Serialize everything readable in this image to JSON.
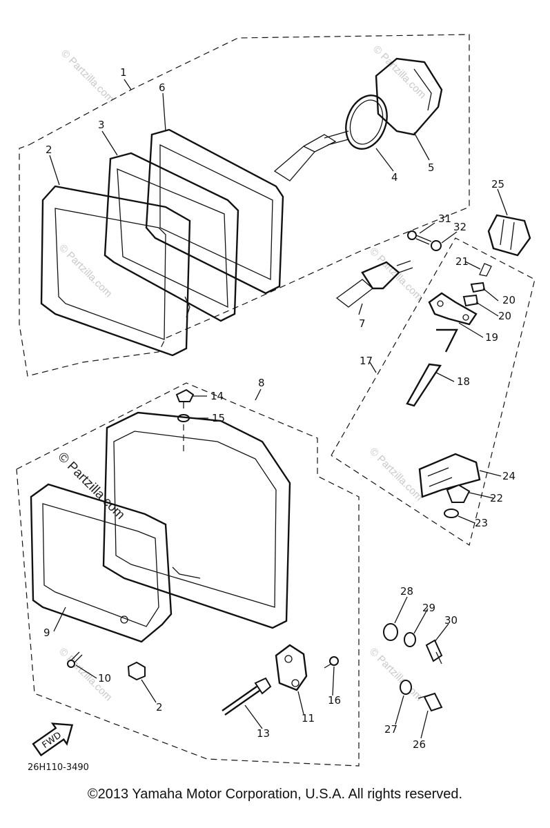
{
  "diagram": {
    "callouts": [
      "1",
      "2",
      "3",
      "6",
      "4",
      "5",
      "25",
      "31",
      "32",
      "21",
      "20",
      "20",
      "7",
      "19",
      "17",
      "18",
      "8",
      "14",
      "15",
      "24",
      "22",
      "23",
      "9",
      "10",
      "2",
      "13",
      "11",
      "16",
      "28",
      "29",
      "30",
      "27",
      "26"
    ],
    "drawing_code": "26H110-3490",
    "fwd_label": "FWD",
    "watermark_text": "© Partzilla.com",
    "watermark_main": "© Partzilla.com"
  },
  "footer": {
    "copyright": "©2013  Yamaha Motor Corporation, U.S.A. All rights reserved."
  }
}
